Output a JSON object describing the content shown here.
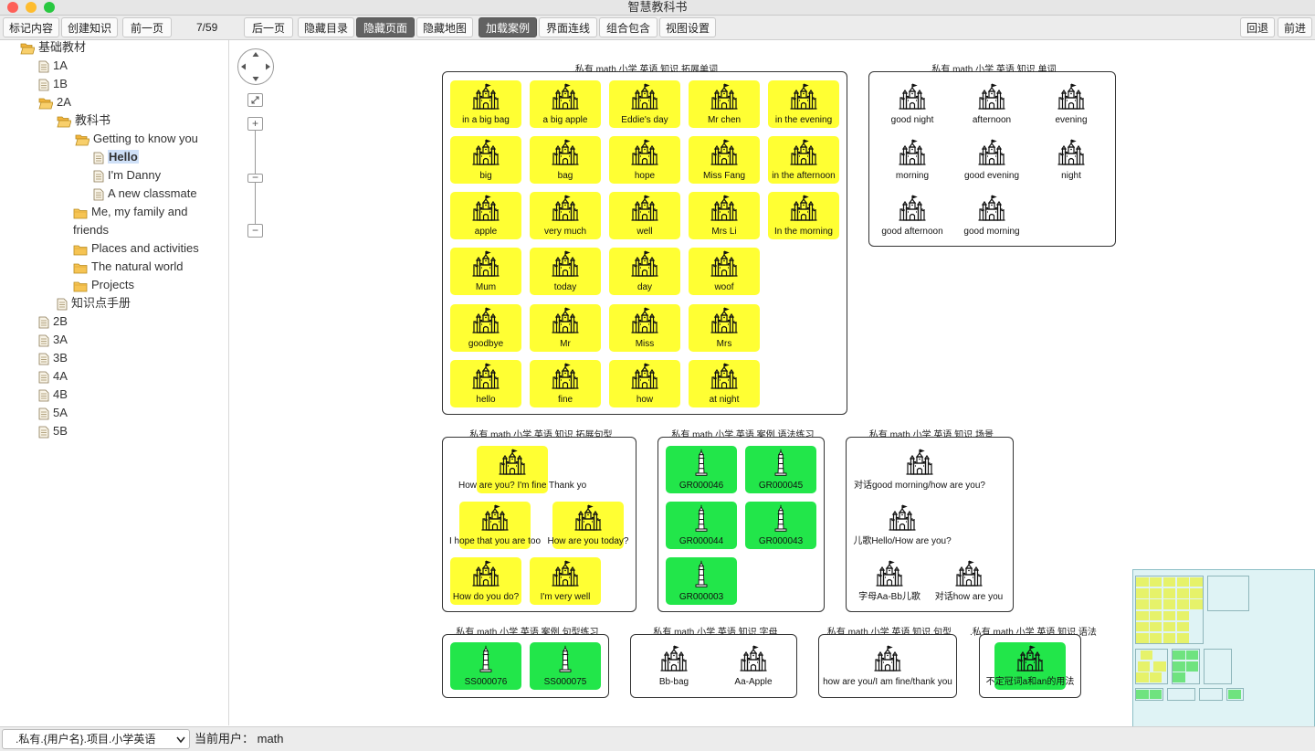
{
  "window": {
    "title": "智慧教科书"
  },
  "toolbar": {
    "mark_content": "标记内容",
    "create_knowledge": "创建知识",
    "prev_page": "前一页",
    "page_counter": "7/59",
    "next_page": "后一页",
    "hide_toc": "隐藏目录",
    "hide_page": "隐藏页面",
    "hide_map": "隐藏地图",
    "load_cases": "加载案例",
    "ui_links": "界面连线",
    "combine_include": "组合包含",
    "view_settings": "视图设置",
    "back": "回退",
    "forward": "前进"
  },
  "tree": {
    "root": "基础教材",
    "items": [
      "1A",
      "1B",
      "2A",
      "教科书",
      "Getting to know you",
      "Hello",
      "I'm Danny",
      "A new classmate",
      "Me, my family and",
      "friends",
      "Places and activities",
      "The natural world",
      "Projects",
      "知识点手册",
      "2B",
      "3A",
      "3B",
      "4A",
      "4B",
      "5A",
      "5B"
    ]
  },
  "zoom": {
    "plus": "+",
    "minus": "−",
    "minus2": "−"
  },
  "panels": {
    "p1": {
      "title": ".私有.math.小学.英语.知识.拓展单词",
      "cards": [
        "in a big bag",
        "a big apple",
        "Eddie's day",
        "Mr chen",
        "in the evening",
        "big",
        "bag",
        "hope",
        "Miss Fang",
        "in the afternoon",
        "apple",
        "very much",
        "well",
        "Mrs Li",
        "In the morning",
        "Mum",
        "today",
        "day",
        "woof",
        "goodbye",
        "Mr",
        "Miss",
        "Mrs",
        "hello",
        "fine",
        "how",
        "at night"
      ]
    },
    "p2": {
      "title": ".私有.math.小学.英语.知识.单词",
      "cards": [
        "good night",
        "afternoon",
        "evening",
        "morning",
        "good evening",
        "night",
        "good afternoon",
        "good morning"
      ]
    },
    "p3": {
      "title": ".私有.math.小学.英语.知识.拓展句型",
      "cards": [
        "How are you? I'm fine Thank yo",
        "I hope that you are too",
        "How are you today?",
        "How do you do?",
        "I'm very well"
      ]
    },
    "p4": {
      "title": ".私有.math.小学.英语.案例.语法练习",
      "cards": [
        "GR000046",
        "GR000045",
        "GR000044",
        "GR000043",
        "GR000003"
      ]
    },
    "p5": {
      "title": ".私有.math.小学.英语.知识.场景",
      "cards": [
        "对话good morning/how are you?",
        "儿歌Hello/How are you?",
        "字母Aa-Bb儿歌",
        "对话how are you"
      ]
    },
    "p6": {
      "title": ".私有.math.小学.英语.案例.句型练习",
      "cards": [
        "SS000076",
        "SS000075"
      ]
    },
    "p7": {
      "title": ".私有.math.小学.英语.知识.字母",
      "cards": [
        "Bb-bag",
        "Aa-Apple"
      ]
    },
    "p8": {
      "title": ".私有.math.小学.英语.知识.句型",
      "cards": [
        "how are you/I am fine/thank you"
      ]
    },
    "p9": {
      "title": ".私有.math.小学.英语.知识.语法",
      "cards": [
        "不定冠词a和an的用法"
      ]
    }
  },
  "status": {
    "project": ".私有.{用户名}.项目.小学英语",
    "current_user": "当前用户： math"
  },
  "colors": {
    "yellow_card": "#ffff33",
    "green_card": "#22e64a",
    "active_button": "#626262",
    "minimap": "#dff3f5"
  },
  "icons": [
    "castle-icon",
    "lighthouse-icon",
    "folder-icon",
    "document-icon",
    "chevron-down-icon"
  ]
}
